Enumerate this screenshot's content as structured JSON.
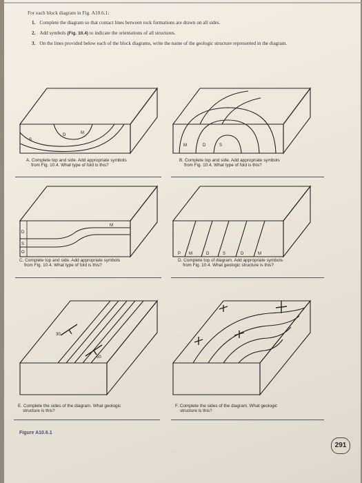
{
  "intro": "For each block diagram in Fig. A10.6.1:",
  "steps": [
    {
      "num": "1.",
      "text": "Complete the diagram so that contact lines between rock formations are drawn on all sides."
    },
    {
      "num": "2.",
      "pre": "Add symbols ",
      "fig": "(Fig. 10.4)",
      "post": " to indicate the orientations of all structures."
    },
    {
      "num": "3.",
      "text": "On the lines provided below each of the block diagrams, write the name of the geologic structure represented in the diagram."
    }
  ],
  "diagrams": {
    "a": {
      "caption": "A. Complete top and side. Add appropriate symbols\n    from Fig. 10.4. What type of fold is this?",
      "labels": {
        "s": "S",
        "d": "D",
        "m": "M"
      }
    },
    "b": {
      "caption": "B. Complete top and side. Add appropriate symbols\n    from Fig. 10.4. What type of fold is this?",
      "labels": {
        "m": "M",
        "d": "D",
        "s": "S"
      }
    },
    "c": {
      "caption": "C. Complete top and side. Add appropriate symbols\n    from Fig. 10.4. What type of fold is this?",
      "labels": {
        "d": "D",
        "s": "S",
        "o": "O",
        "m": "M"
      }
    },
    "d": {
      "caption": "D. Complete top of diagram. Add appropriate symbols\n    from Fig. 10.4. What geologic structure is this?",
      "labels": {
        "p": "P",
        "m1": "M",
        "d": "D",
        "s": "S",
        "d2": "D",
        "m2": "M"
      }
    },
    "e": {
      "caption": "E. Complete the sides of the diagram. What geologic\n    structure is this?",
      "labels": {
        "dip1": "30",
        "dip2": "50"
      }
    },
    "f": {
      "caption": "F. Complete the sides of the diagram. What geologic\n    structure is this?"
    }
  },
  "figure_label": "Figure A10.6.1",
  "page_number": "291"
}
